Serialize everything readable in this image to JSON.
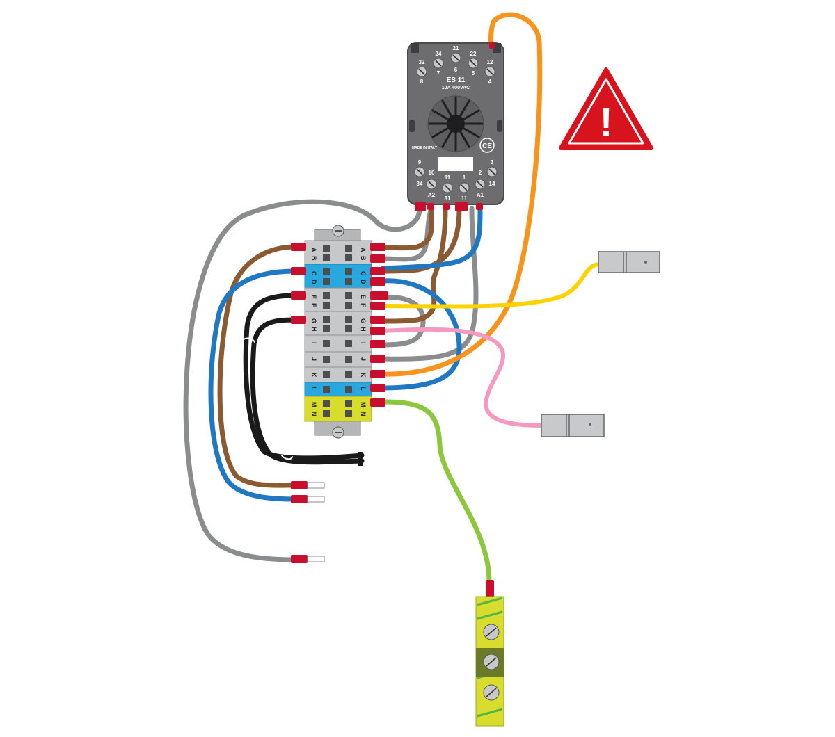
{
  "relay_base": {
    "model": "ES 11",
    "rating": "10A 400VAC",
    "origin": "MADE IN ITALY",
    "mark": "CE",
    "top_pins": [
      "21",
      "24",
      "22",
      "32",
      "12",
      "7",
      "6",
      "5",
      "8",
      "4"
    ],
    "bottom_pins": [
      "9",
      "3",
      "10",
      "2",
      "34",
      "14",
      "11",
      "1",
      "A2",
      "31",
      "11",
      "A1"
    ]
  },
  "terminal_block": {
    "left_labels": [
      "A",
      "B",
      "C",
      "D",
      "E",
      "F",
      "G",
      "H",
      "I",
      "J",
      "K",
      "L",
      "M",
      "N"
    ],
    "right_labels": [
      "A",
      "B",
      "C",
      "D",
      "E",
      "F",
      "G",
      "H",
      "I",
      "J",
      "K",
      "L",
      "M",
      "N"
    ]
  },
  "warning_symbol": {
    "icon": "warning-triangle-icon",
    "glyph": "!"
  },
  "colors": {
    "relay": "#6d6d6f",
    "terminal_gray": "#c7c8ca",
    "terminal_blue": "#29a8e0",
    "terminal_yellow": "#d8dc2c",
    "wire_gray": "#8b8c8e",
    "wire_brown": "#8a5a32",
    "wire_blue": "#1f78c1",
    "wire_black": "#1a1a1a",
    "wire_orange": "#f7941d",
    "wire_yellow": "#ffd200",
    "wire_pink": "#f49ac1",
    "wire_green": "#8dc63f",
    "ferrule": "#c8102e",
    "warning_red": "#d7141d"
  }
}
